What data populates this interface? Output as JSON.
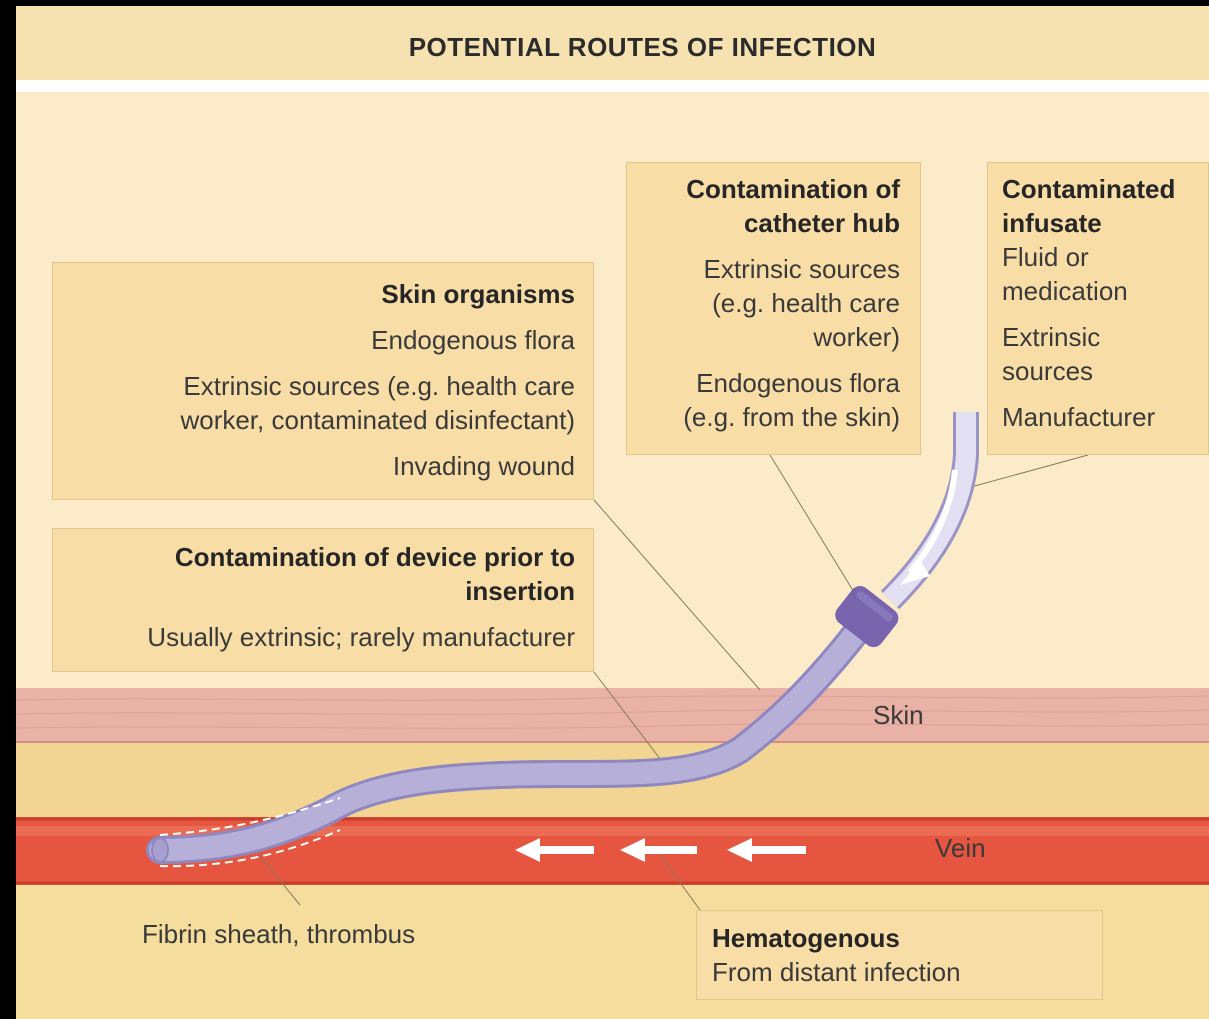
{
  "title": "POTENTIAL ROUTES OF INFECTION",
  "boxes": {
    "skin_organisms": {
      "heading": "Skin organisms",
      "line1": "Endogenous flora",
      "line2a": "Extrinsic sources (e.g. health care",
      "line2b": "worker, contaminated disinfectant)",
      "line3": "Invading wound"
    },
    "device": {
      "heading_a": "Contamination of device prior to",
      "heading_b": "insertion",
      "line1": "Usually extrinsic; rarely manufacturer"
    },
    "hub": {
      "heading_a": "Contamination of",
      "heading_b": "catheter hub",
      "line1a": "Extrinsic sources",
      "line1b": "(e.g. health care",
      "line1c": "worker)",
      "line2a": "Endogenous flora",
      "line2b": "(e.g. from the skin)"
    },
    "infusate": {
      "heading_a": "Contaminated",
      "heading_b": "infusate",
      "line1a": "Fluid or",
      "line1b": "medication",
      "line2a": "Extrinsic",
      "line2b": "sources",
      "line3": "Manufacturer"
    },
    "hematogenous": {
      "heading": "Hematogenous",
      "line1": "From distant infection"
    }
  },
  "labels": {
    "skin": "Skin",
    "vein": "Vein",
    "fibrin": "Fibrin sheath, thrombus"
  },
  "colors": {
    "background": "#fcebc9",
    "box_fill": "#f8dea6",
    "skin_layer": "#e8b3a6",
    "fat_layer": "#f2d592",
    "vein": "#e5553f",
    "catheter": "#b6b0d8",
    "hub": "#7764ad"
  }
}
